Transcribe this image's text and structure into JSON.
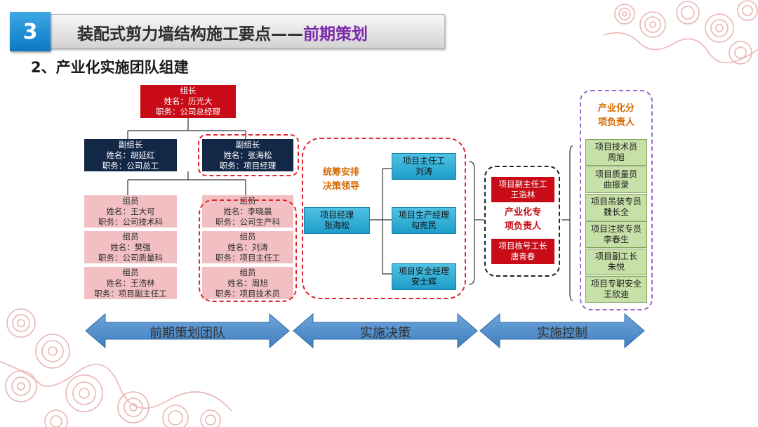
{
  "header": {
    "number": "3",
    "title_main": "装配式剪力墙结构施工要点——",
    "title_highlight": "前期策划",
    "subtitle": "2、产业化实施团队组建"
  },
  "org": {
    "leader": {
      "role": "组长",
      "name": "姓名：历光大",
      "duty": "职务：公司总经理"
    },
    "deputy1": {
      "role": "副组长",
      "name": "姓名：胡延红",
      "duty": "职务：公司总工"
    },
    "deputy2": {
      "role": "副组长",
      "name": "姓名：张海松",
      "duty": "职务：项目经理"
    },
    "members_left": [
      {
        "role": "组员",
        "name": "姓名：王大可",
        "duty": "职务：公司技术科"
      },
      {
        "role": "组员",
        "name": "姓名：樊强",
        "duty": "职务：公司质量科"
      },
      {
        "role": "组员",
        "name": "姓名：王浩林",
        "duty": "职务：项目副主任工"
      }
    ],
    "members_right": [
      {
        "role": "组员",
        "name": "姓名：李晓晨",
        "duty": "职务：公司生产科"
      },
      {
        "role": "组员",
        "name": "姓名：刘涛",
        "duty": "职务：项目主任工"
      },
      {
        "role": "组员",
        "name": "姓名：周旭",
        "duty": "职务：项目技术员"
      }
    ]
  },
  "decision": {
    "label_line1": "统筹安排",
    "label_line2": "决策领导",
    "manager": {
      "title": "项目经理",
      "name": "张海松"
    },
    "subs": [
      {
        "title": "项目主任工",
        "name": "刘涛"
      },
      {
        "title": "项目生产经理",
        "name": "勾宪民"
      },
      {
        "title": "项目安全经理",
        "name": "安士辉"
      }
    ]
  },
  "specialists": {
    "top": {
      "title": "项目副主任工",
      "name": "王浩林"
    },
    "label_line1": "产业化专",
    "label_line2": "项负责人",
    "bottom": {
      "title": "项目栋号工长",
      "name": "唐青春"
    }
  },
  "items": {
    "label_line1": "产业化分",
    "label_line2": "项负责人",
    "list": [
      {
        "title": "项目技术员",
        "name": "周旭"
      },
      {
        "title": "项目质量员",
        "name": "曲振录"
      },
      {
        "title": "项目吊装专员",
        "name": "魏长全"
      },
      {
        "title": "项目注浆专员",
        "name": "李春生"
      },
      {
        "title": "项目副工长",
        "name": "朱悦"
      },
      {
        "title": "项目专职安全",
        "name": "王欣迪"
      }
    ]
  },
  "phases": [
    "前期策划团队",
    "实施决策",
    "实施控制"
  ],
  "colors": {
    "accent_red": "#c80b16",
    "navy": "#132846",
    "cyan": "#2aa9d2",
    "green": "#c6e0a8",
    "purple": "#7a2aa8",
    "arrow": "#4a86c5"
  }
}
